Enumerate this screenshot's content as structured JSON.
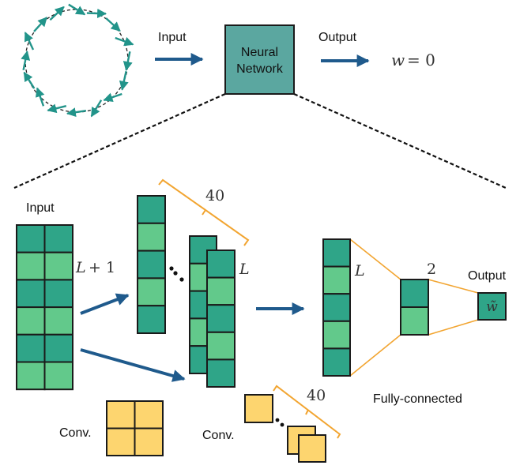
{
  "colors": {
    "teal_dark": "#2fa588",
    "teal_light": "#62c98b",
    "nn_box": "#5ba7a0",
    "arrow": "#1f5a8c",
    "bracket": "#f2a531",
    "conv": "#fdd56f",
    "stroke": "#1a1a1a",
    "vector": "#22948a"
  },
  "top": {
    "input_label": "Input",
    "nn_label_line1": "Neural",
    "nn_label_line2": "Network",
    "output_label": "Output",
    "result": "w = 0",
    "result_var": "w",
    "result_eq": "= 0"
  },
  "detail": {
    "input_label": "Input",
    "input_rows_label": "L + 1",
    "input_rows_var": "L",
    "input_rows_rest": "+ 1",
    "channels_label": "40",
    "conv_out_label": "L",
    "fc_label": "L",
    "hidden_label": "2",
    "output_label": "Output",
    "output_symbol": "w̃",
    "conv_label_1": "Conv.",
    "conv_label_2": "Conv.",
    "conv_channels_label": "40",
    "fc_section_label": "Fully-connected"
  },
  "ring_vectors_count": 16
}
